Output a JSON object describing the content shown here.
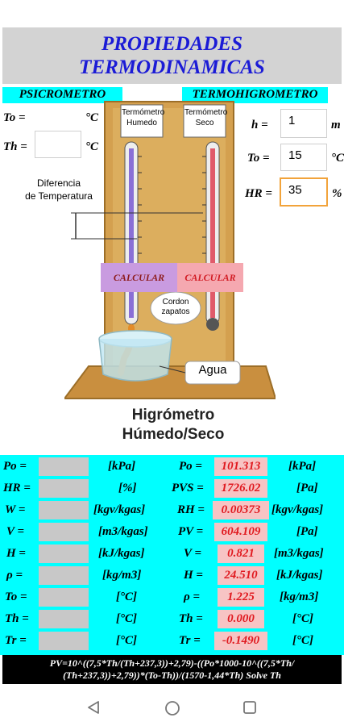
{
  "header": {
    "title_line1": "PROPIEDADES",
    "title_line2": "TERMODINAMICAS"
  },
  "tabs": {
    "psicrometro": "PSICROMETRO",
    "termohigrometro": "TERMOHIGROMETRO"
  },
  "psicrometro": {
    "to_label": "To =",
    "to_unit": "°C",
    "to_value": "",
    "th_label": "Th =",
    "th_unit": "°C",
    "th_value": ""
  },
  "termohigrometro": {
    "h_label": "h =",
    "h_value": "1",
    "h_unit": "m",
    "to_label": "To =",
    "to_value": "15",
    "to_unit": "°C",
    "hr_label": "HR =",
    "hr_value": "35",
    "hr_unit": "%"
  },
  "illustration": {
    "wet_thermometer_label": "Termómetro Humedo",
    "dry_thermometer_label": "Termómetro Seco",
    "temp_difference_label_1": "Diferencia",
    "temp_difference_label_2": "de Temperatura",
    "lace_label_1": "Cordon",
    "lace_label_2": "zapatos",
    "water_label": "Agua",
    "caption_line1": "Higrómetro",
    "caption_line2": "Húmedo/Seco"
  },
  "buttons": {
    "calc_left": "CALCULAR",
    "calc_right": "CALCULAR"
  },
  "properties": {
    "left": [
      {
        "label": "Po =",
        "unit": "[kPa]"
      },
      {
        "label": "HR =",
        "unit": "[%]"
      },
      {
        "label": "W =",
        "unit": "[kgv/kgas]"
      },
      {
        "label": "V =",
        "unit": "[m3/kgas]"
      },
      {
        "label": "H =",
        "unit": "[kJ/kgas]"
      },
      {
        "label": "ρ =",
        "unit": "[kg/m3]"
      },
      {
        "label": "To =",
        "unit": "[°C]"
      },
      {
        "label": "Th =",
        "unit": "[°C]"
      },
      {
        "label": "Tr =",
        "unit": "[°C]"
      }
    ],
    "right": [
      {
        "label": "Po =",
        "value": "101.313",
        "unit": "[kPa]"
      },
      {
        "label": "PVS =",
        "value": "1726.02",
        "unit": "[Pa]"
      },
      {
        "label": "RH =",
        "value": "0.00373",
        "unit": "[kgv/kgas]"
      },
      {
        "label": "PV =",
        "value": "604.109",
        "unit": "[Pa]"
      },
      {
        "label": "V =",
        "value": "0.821",
        "unit": "[m3/kgas]"
      },
      {
        "label": "H =",
        "value": "24.510",
        "unit": "[kJ/kgas]"
      },
      {
        "label": "ρ =",
        "value": "1.225",
        "unit": "[kg/m3]"
      },
      {
        "label": "Th =",
        "value": "0.000",
        "unit": "[°C]"
      },
      {
        "label": "Tr =",
        "value": "-0.1490",
        "unit": "[°C]"
      }
    ]
  },
  "formula": {
    "line1": "PV=10^((7,5*Th/(Th+237,3))+2,79)-((Po*1000-10^((7,5*Th/",
    "line2": "(Th+237,3))+2,79))*(To-Th))/(1570-1,44*Th) Solve Th"
  },
  "colors": {
    "title": "#1b1bd6",
    "accent_cyan": "#00ffff",
    "value_red": "#e0191f",
    "focus_orange": "#f2a33a"
  },
  "navbar": {
    "back_icon": "back-triangle-icon",
    "home_icon": "home-circle-icon",
    "recents_icon": "recents-square-icon"
  }
}
